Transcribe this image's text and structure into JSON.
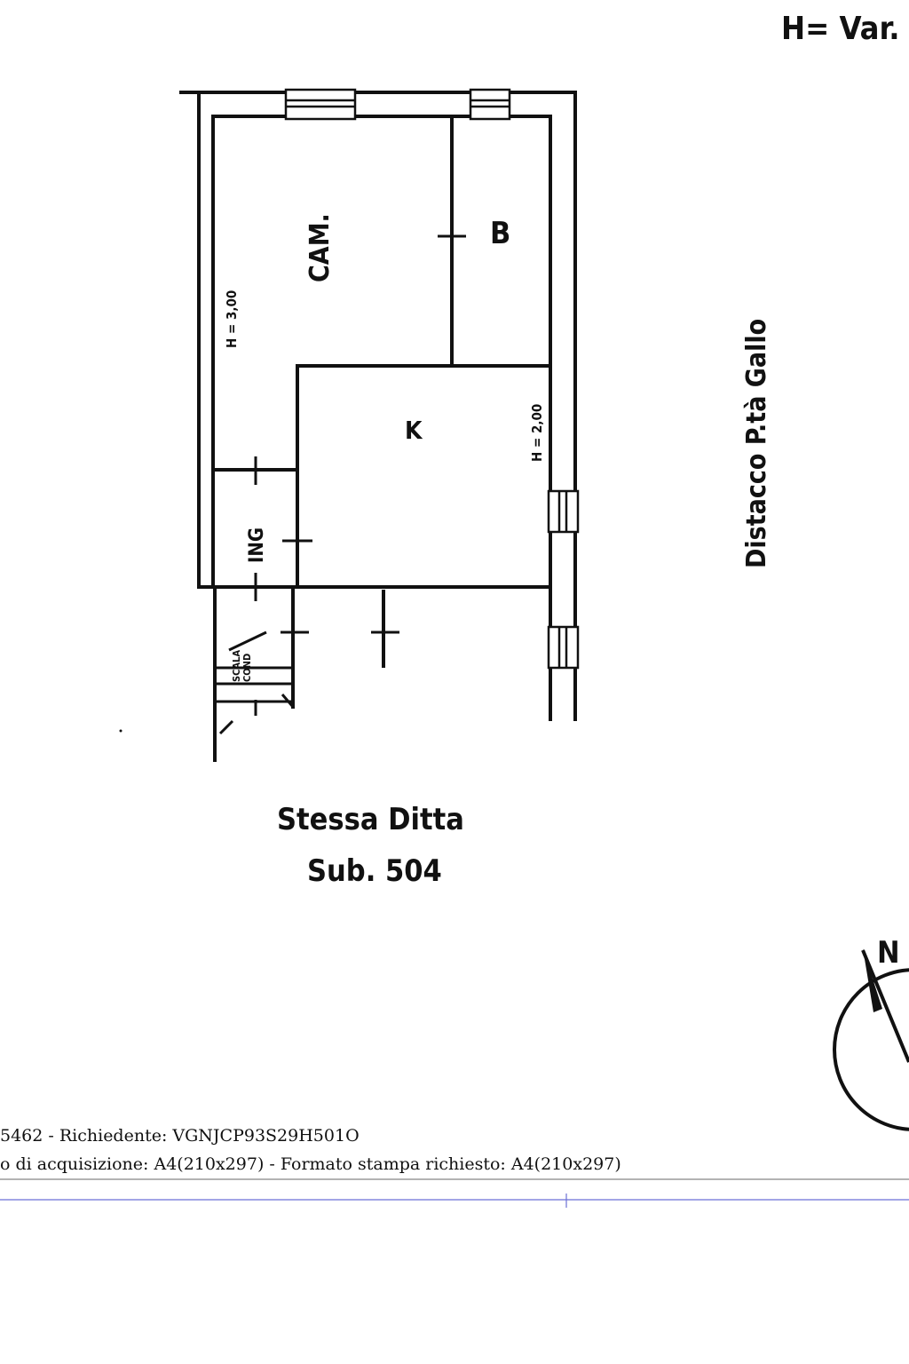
{
  "header": {
    "height_note": "H= Var."
  },
  "rooms": {
    "bedroom": "CAM.",
    "bath": "B",
    "kitchen": "K",
    "entrance": "ING",
    "stair": "SCALA\nCOND",
    "height_left": "H = 3,00",
    "height_right": "H = 2,00"
  },
  "side_label": "Distacco P.tà Gallo",
  "neighbour": {
    "line1": "Stessa Ditta",
    "line2": "Sub. 504"
  },
  "compass": {
    "label": "N"
  },
  "footer": {
    "line1": "5462 - Richiedente: VGNJCP93S29H501O",
    "line2": "o di acquisizione: A4(210x297)  - Formato stampa richiesto: A4(210x297)"
  },
  "colors": {
    "ink": "#111111",
    "rule_gray": "#9a9a9a",
    "rule_blue": "#6b6fd6"
  }
}
